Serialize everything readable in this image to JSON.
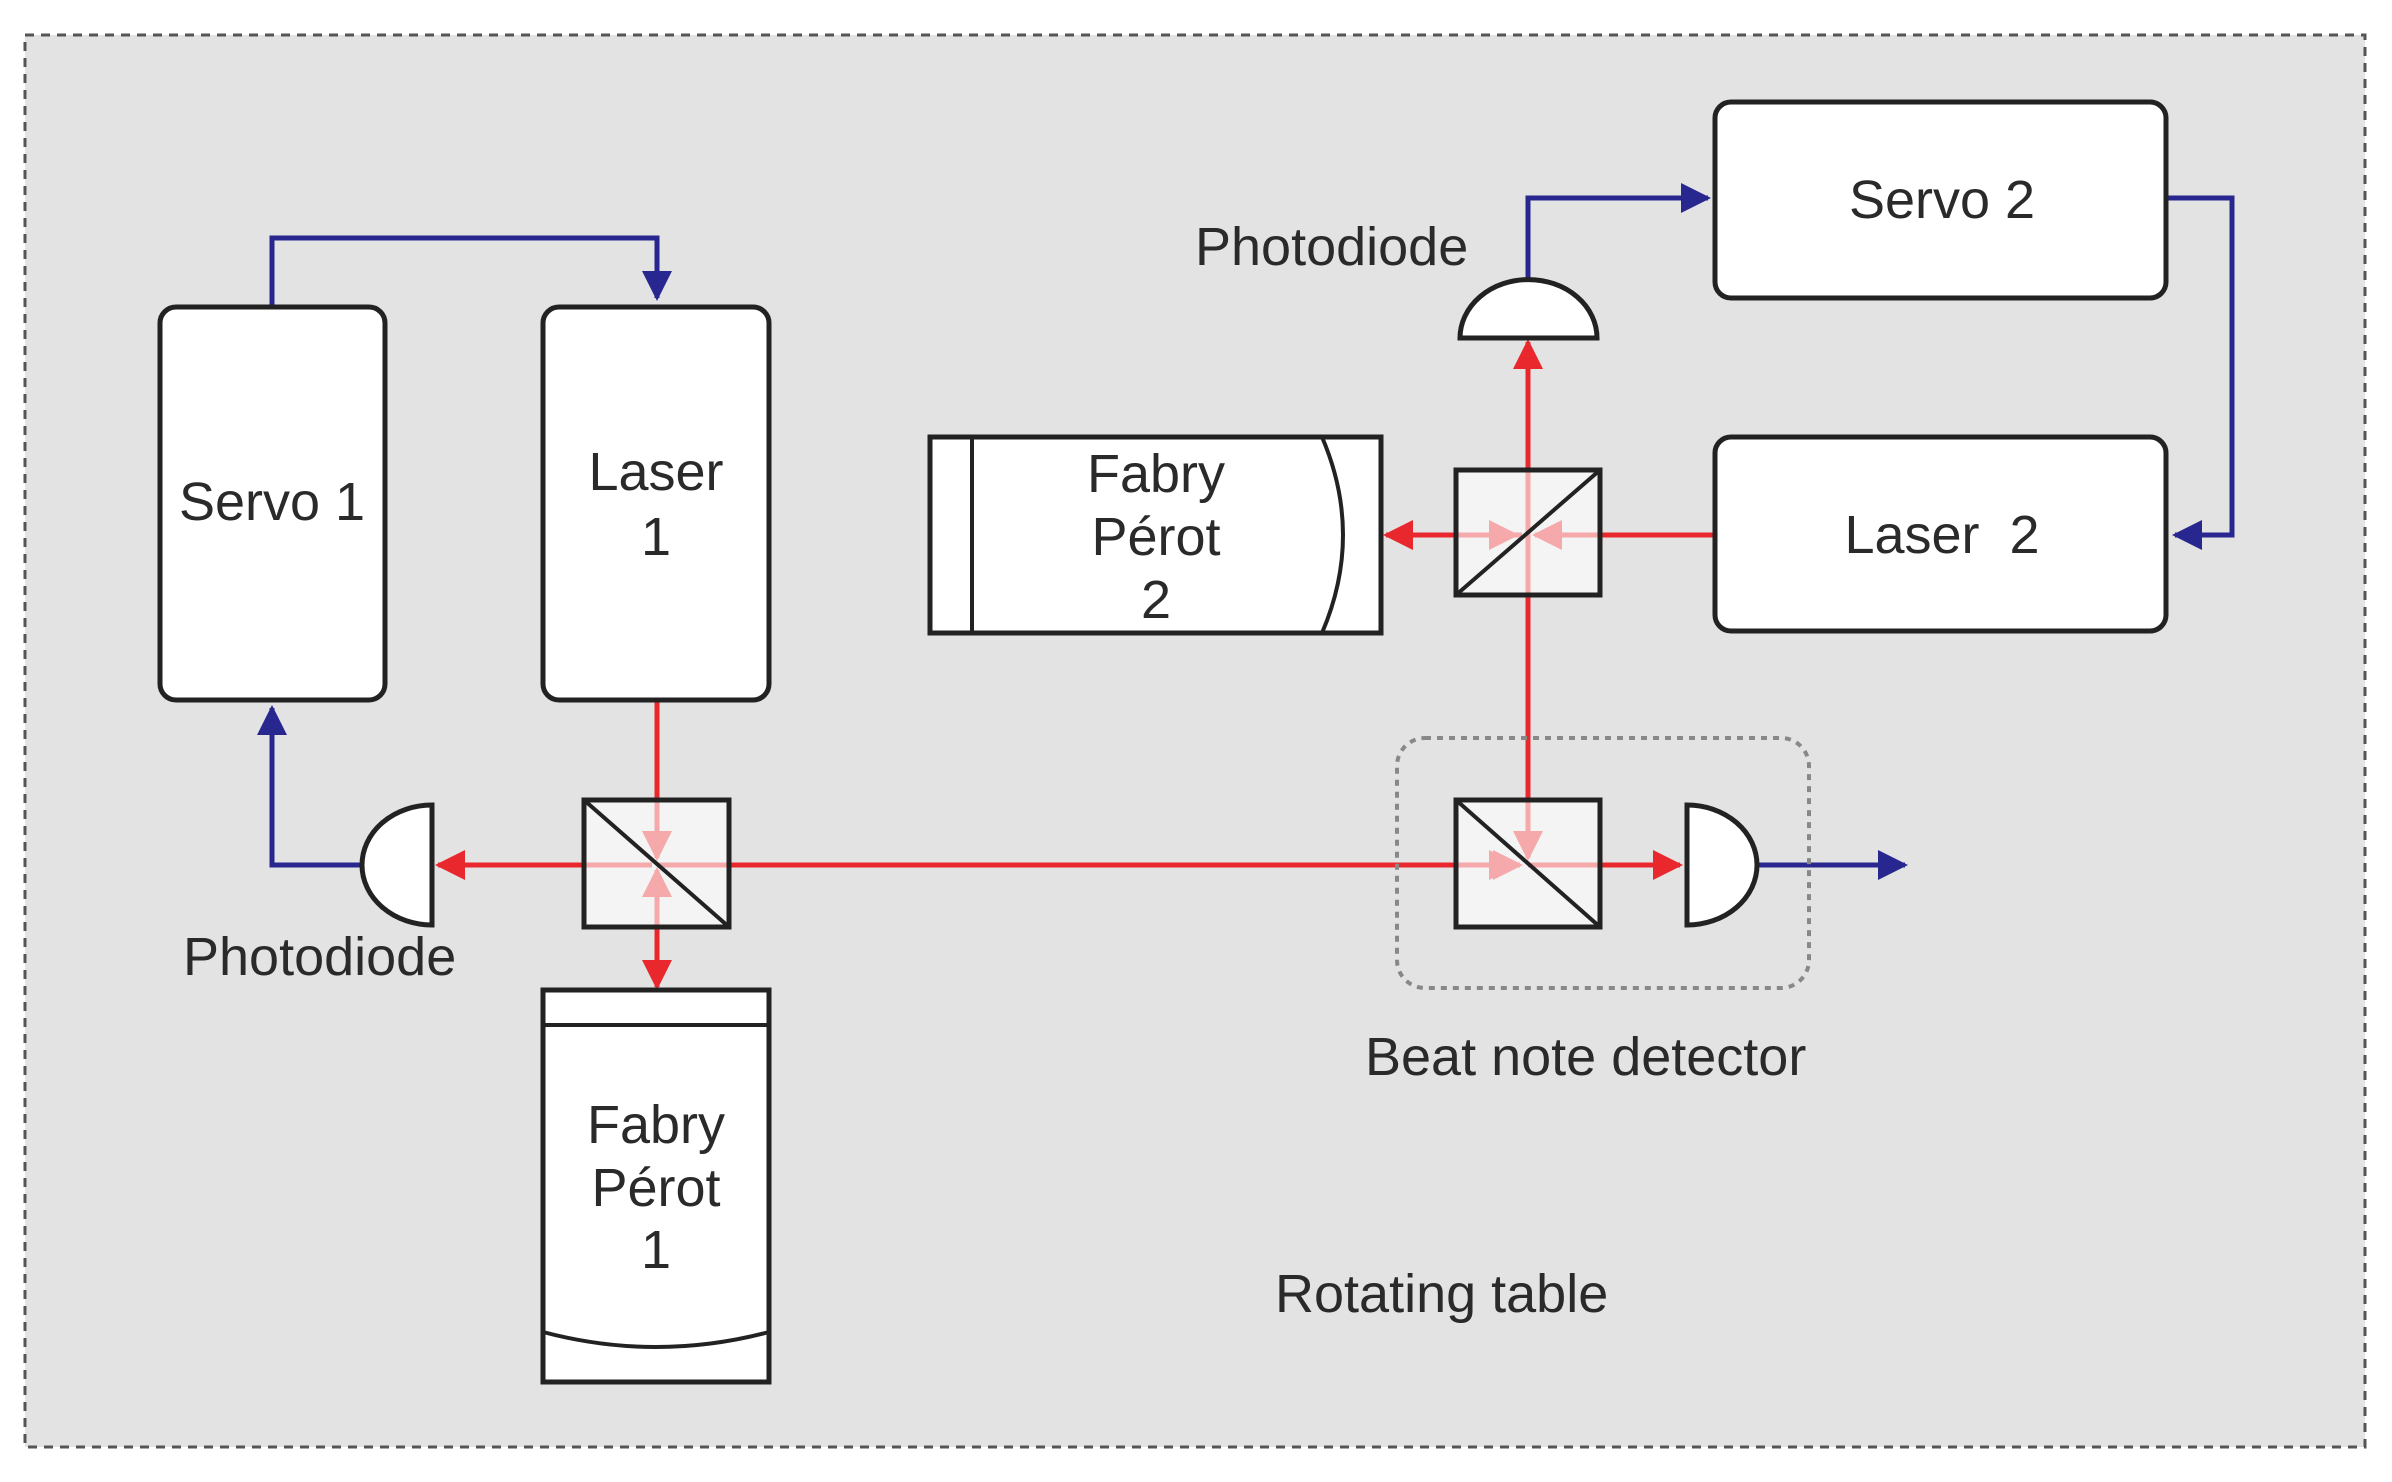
{
  "colors": {
    "table_fill": "#e3e3e3",
    "beam": "#e8282c",
    "control": "#27278f",
    "border": "#222222"
  },
  "labels": {
    "servo1": "Servo 1",
    "laser1_line1": "Laser",
    "laser1_line2": "1",
    "servo2": "Servo 2",
    "laser2": "Laser  2",
    "fp2_line1": "Fabry",
    "fp2_line2": "Pérot",
    "fp2_line3": "2",
    "fp1_line1": "Fabry",
    "fp1_line2": "Pérot",
    "fp1_line3": "1",
    "photodiode_left": "Photodiode",
    "photodiode_top": "Photodiode",
    "beat_note_detector": "Beat note detector",
    "rotating_table": "Rotating table"
  }
}
